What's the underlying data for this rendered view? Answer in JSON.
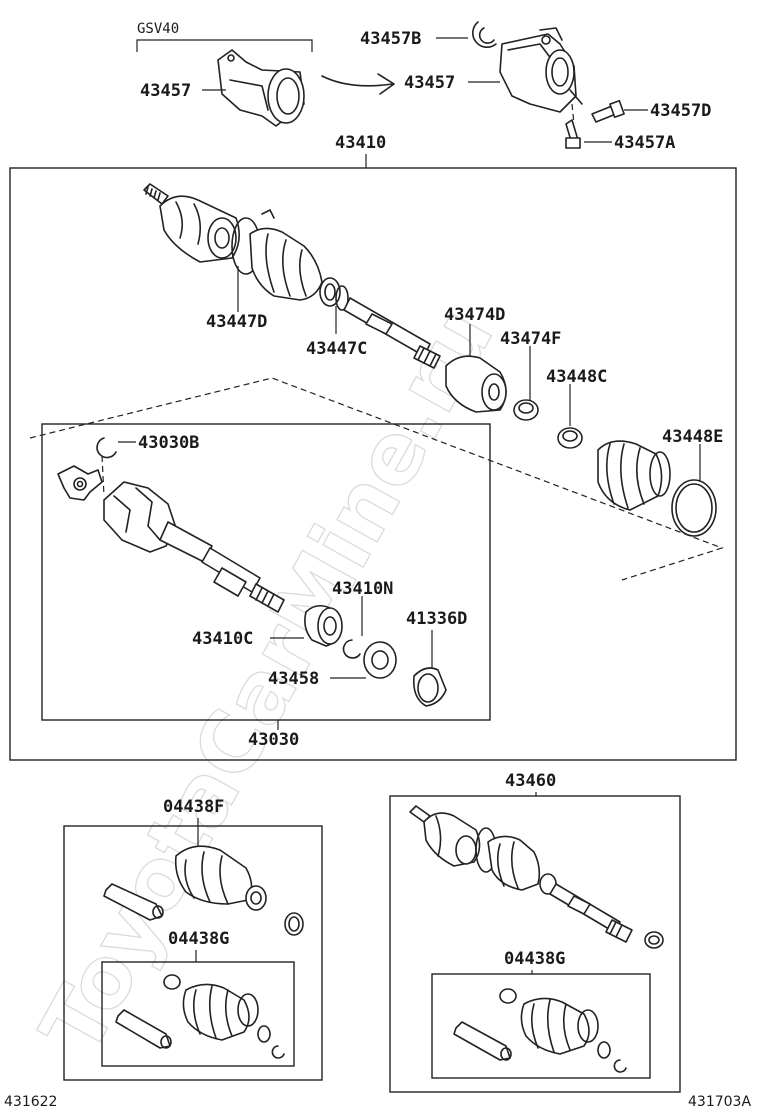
{
  "diagram": {
    "watermark": "ToyotaCarMine.ru",
    "variant_label": "GSV40",
    "footer_left": "431622",
    "footer_right": "431703A",
    "parts": {
      "p43457": "43457",
      "p43457_right": "43457",
      "p43457B": "43457B",
      "p43457D": "43457D",
      "p43457A": "43457A",
      "p43410": "43410",
      "p43447D": "43447D",
      "p43447C": "43447C",
      "p43474D": "43474D",
      "p43474F": "43474F",
      "p43448C": "43448C",
      "p43448E": "43448E",
      "p43030B": "43030B",
      "p43410N": "43410N",
      "p41336D": "41336D",
      "p43410C": "43410C",
      "p43458": "43458",
      "p43030": "43030",
      "p04438F": "04438F",
      "p04438G_left": "04438G",
      "p43460": "43460",
      "p04438G_right": "04438G"
    }
  }
}
